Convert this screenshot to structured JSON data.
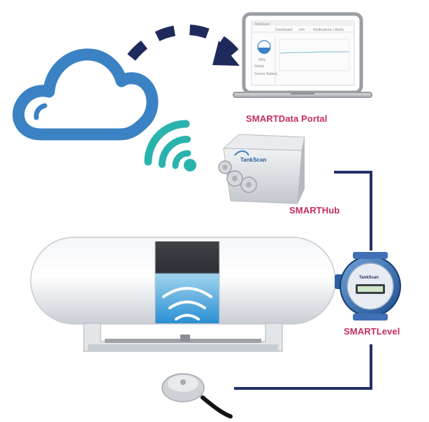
{
  "labels": {
    "portal": "SMARTData Portal",
    "hub": "SMARTHub",
    "level": "SMARTLevel"
  },
  "laptop_screen": {
    "logo": "TankScan",
    "tabs": [
      "Dashboard",
      "Info",
      "Notifications / Alerts"
    ],
    "tank_reading": "65%",
    "sidebar_labels": [
      "Status",
      "Sensor Battery"
    ]
  },
  "hub_brand": "TankScan",
  "level_brand": "TankScan",
  "colors": {
    "cloud": "#3b82c4",
    "navy": "#1f2a5c",
    "wifi": "#2ab3ac",
    "label": "#c42d5e",
    "wire": "#22306a",
    "water": "#4aa7e0"
  }
}
